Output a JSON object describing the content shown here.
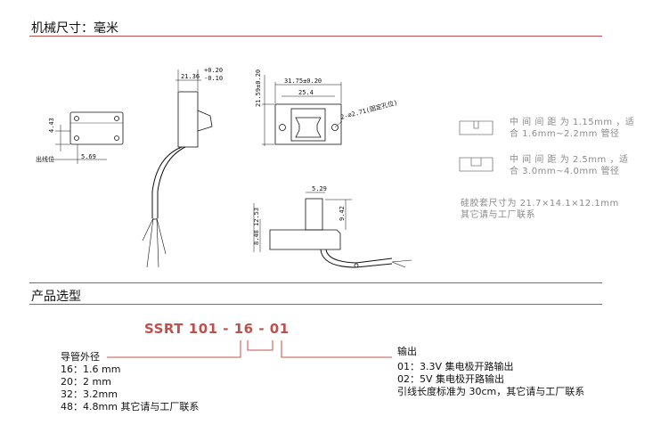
{
  "mechanical": {
    "title": "机械尺寸：毫米",
    "left_view": {
      "dim_height": "4.43",
      "dim_width": "5.69",
      "exit_label": "出线位"
    },
    "side_view": {
      "dim_a": "21.36",
      "tol_plus": "+0.20",
      "tol_minus": "-0.10"
    },
    "front_view": {
      "dim_height": "21.59±0.20",
      "dim_width": "31.75±0.20",
      "dim_inner": "25.4",
      "hole_label": "2-⌀2.71(固定孔位)"
    },
    "bottom_view": {
      "dim_top": "5.29",
      "dim_right": "9.42",
      "dim_left": "8.48",
      "dim_left2": "12.53"
    },
    "notes": {
      "note1_line1": "中 间 间 距 为 1.15mm ，适",
      "note1_line2": "合 1.6mm~2.2mm  管径",
      "note2_line1": "中 间 间 距 为 2.5mm ，适",
      "note2_line2": "合 3.0mm~4.0mm  管径",
      "silicone_line1": "硅胶套尺寸为  21.7×14.1×12.1mm",
      "silicone_line2": "其它请与工厂联系"
    }
  },
  "selection": {
    "title": "产品选型",
    "model_code": "SSRT 101 - 16 - 01",
    "tube_label": "导管外径",
    "tube_options": [
      "16：1.6 mm",
      "20：2 mm",
      "32：3.2mm",
      "48：4.8mm  其它请与工厂联系"
    ],
    "output_label": "输出",
    "output_options": [
      "01：3.3V  集电极开路输出",
      "02：5V  集电极开路输出",
      "引线长度标准为  30cm，其它请与工厂联系"
    ]
  },
  "colors": {
    "accent": "#c0504d",
    "note_gray": "#8a8a8a"
  }
}
